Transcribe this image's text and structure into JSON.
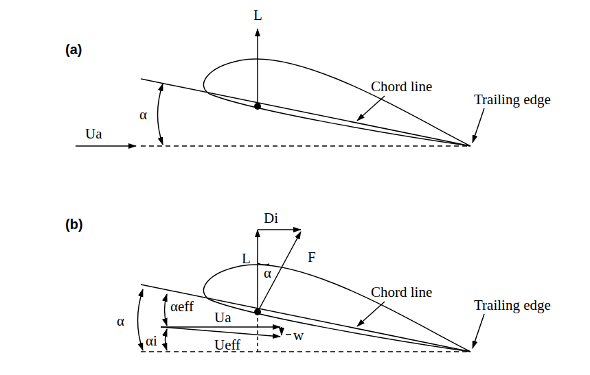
{
  "diagram": {
    "labels": [
      "(a)",
      "L",
      "α",
      "Chord line",
      "Trailing edge",
      "Ua",
      "(b)",
      "Di",
      "L",
      "α",
      "F",
      "Chord line",
      "Trailing edge",
      "α",
      "αeff",
      "Ua",
      "αi",
      "Ueff",
      "w"
    ]
  }
}
